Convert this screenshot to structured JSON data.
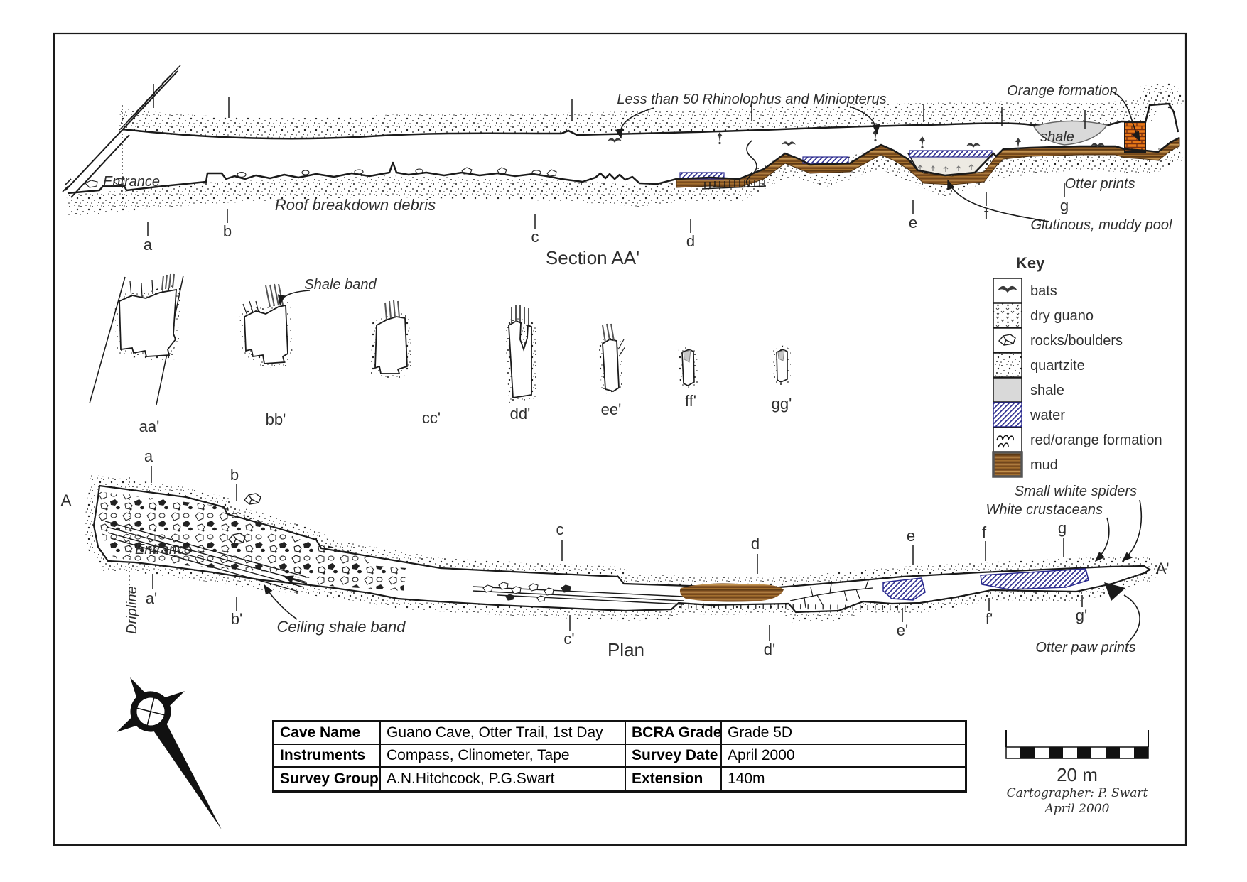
{
  "section": {
    "title": "Section AA'",
    "entrance_label": "Entrance",
    "debris_label": "Roof breakdown debris",
    "bats_note": "Less than 50 Rhinolophus and Miniopterus",
    "orange_formation_label": "Orange formation",
    "shale_label": "shale",
    "otter_prints_label": "Otter prints",
    "muddy_pool_label": "Glutinous, muddy pool",
    "station_labels": [
      "a",
      "b",
      "c",
      "d",
      "e",
      "f",
      "g"
    ]
  },
  "cross_sections": {
    "shale_band_label": "Shale band",
    "labels": [
      "aa'",
      "bb'",
      "cc'",
      "dd'",
      "ee'",
      "ff'",
      "gg'"
    ]
  },
  "plan": {
    "title": "Plan",
    "start_label": "A",
    "end_label": "A'",
    "entrance_label": "Entrance",
    "dripline_label": "Dripline",
    "ceiling_shale_band_label": "Ceiling shale band",
    "spiders_label": "Small white spiders",
    "crustaceans_label": "White crustaceans",
    "otter_label": "Otter paw prints",
    "station_labels_top": [
      "a",
      "b",
      "c",
      "d",
      "e",
      "f",
      "g"
    ],
    "station_labels_bottom": [
      "a'",
      "b'",
      "c'",
      "d'",
      "e'",
      "f'",
      "g'"
    ]
  },
  "key": {
    "title": "Key",
    "items": [
      {
        "label": "bats",
        "swatch": "bat-icon"
      },
      {
        "label": "dry guano",
        "swatch": "guano-pattern"
      },
      {
        "label": "rocks/boulders",
        "swatch": "boulder-icon"
      },
      {
        "label": "quartzite",
        "swatch": "stipple-pattern"
      },
      {
        "label": "shale",
        "swatch": "gray-fill"
      },
      {
        "label": "water",
        "swatch": "blue-hatch"
      },
      {
        "label": "red/orange formation",
        "swatch": "squiggle-icon"
      },
      {
        "label": "mud",
        "swatch": "mud-stripes"
      }
    ]
  },
  "info_table": {
    "rows": [
      {
        "label1": "Cave Name",
        "value1": "Guano Cave, Otter Trail, 1st Day",
        "label2": "BCRA Grade",
        "value2": "Grade 5D"
      },
      {
        "label1": "Instruments",
        "value1": "Compass, Clinometer, Tape",
        "label2": "Survey Date",
        "value2": "April 2000"
      },
      {
        "label1": "Survey Group",
        "value1": "A.N.Hitchcock, P.G.Swart",
        "label2": "Extension",
        "value2": "140m"
      }
    ]
  },
  "scale_bar": {
    "label": "20 m"
  },
  "credits": {
    "cartographer": "Cartographer: P. Swart",
    "date": "April 2000"
  },
  "colors": {
    "mud": "#8C5A28",
    "water": "#2B2B8F",
    "shale": "#D9D9D9",
    "orange_formation": "#E87818",
    "ink": "#1a1a1a"
  }
}
